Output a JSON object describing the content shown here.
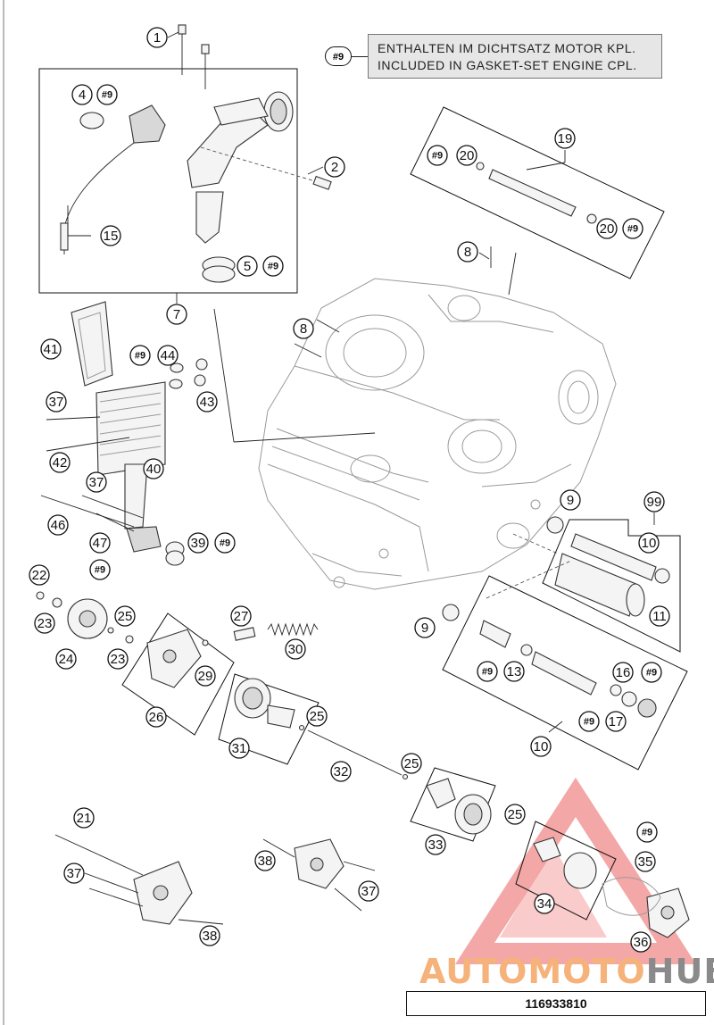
{
  "note": {
    "badge": "#9",
    "line1": "ENTHALTEN IM DICHTSATZ MOTOR KPL.",
    "line2": "INCLUDED IN GASKET-SET ENGINE CPL."
  },
  "callouts": [
    {
      "label": "1"
    },
    {
      "label": "2"
    },
    {
      "label": "4"
    },
    {
      "label": "#9"
    },
    {
      "label": "15"
    },
    {
      "label": "5"
    },
    {
      "label": "#9"
    },
    {
      "label": "7"
    },
    {
      "label": "19"
    },
    {
      "label": "#9"
    },
    {
      "label": "20"
    },
    {
      "label": "20"
    },
    {
      "label": "#9"
    },
    {
      "label": "8"
    },
    {
      "label": "8"
    },
    {
      "label": "41"
    },
    {
      "label": "#9"
    },
    {
      "label": "44"
    },
    {
      "label": "37"
    },
    {
      "label": "43"
    },
    {
      "label": "42"
    },
    {
      "label": "40"
    },
    {
      "label": "37"
    },
    {
      "label": "46"
    },
    {
      "label": "47"
    },
    {
      "label": "39"
    },
    {
      "label": "#9"
    },
    {
      "label": "#9"
    },
    {
      "label": "22"
    },
    {
      "label": "23"
    },
    {
      "label": "25"
    },
    {
      "label": "23"
    },
    {
      "label": "24"
    },
    {
      "label": "27"
    },
    {
      "label": "30"
    },
    {
      "label": "29"
    },
    {
      "label": "26"
    },
    {
      "label": "31"
    },
    {
      "label": "25"
    },
    {
      "label": "32"
    },
    {
      "label": "25"
    },
    {
      "label": "33"
    },
    {
      "label": "25"
    },
    {
      "label": "9"
    },
    {
      "label": "99"
    },
    {
      "label": "10"
    },
    {
      "label": "11"
    },
    {
      "label": "9"
    },
    {
      "label": "#9"
    },
    {
      "label": "13"
    },
    {
      "label": "16"
    },
    {
      "label": "#9"
    },
    {
      "label": "#9"
    },
    {
      "label": "17"
    },
    {
      "label": "10"
    },
    {
      "label": "21"
    },
    {
      "label": "37"
    },
    {
      "label": "38"
    },
    {
      "label": "38"
    },
    {
      "label": "37"
    },
    {
      "label": "#9"
    },
    {
      "label": "35"
    },
    {
      "label": "34"
    },
    {
      "label": "36"
    }
  ],
  "watermark": {
    "part1": "AUTOMOTO",
    "part2": "HUB"
  },
  "part_number": "116933810"
}
